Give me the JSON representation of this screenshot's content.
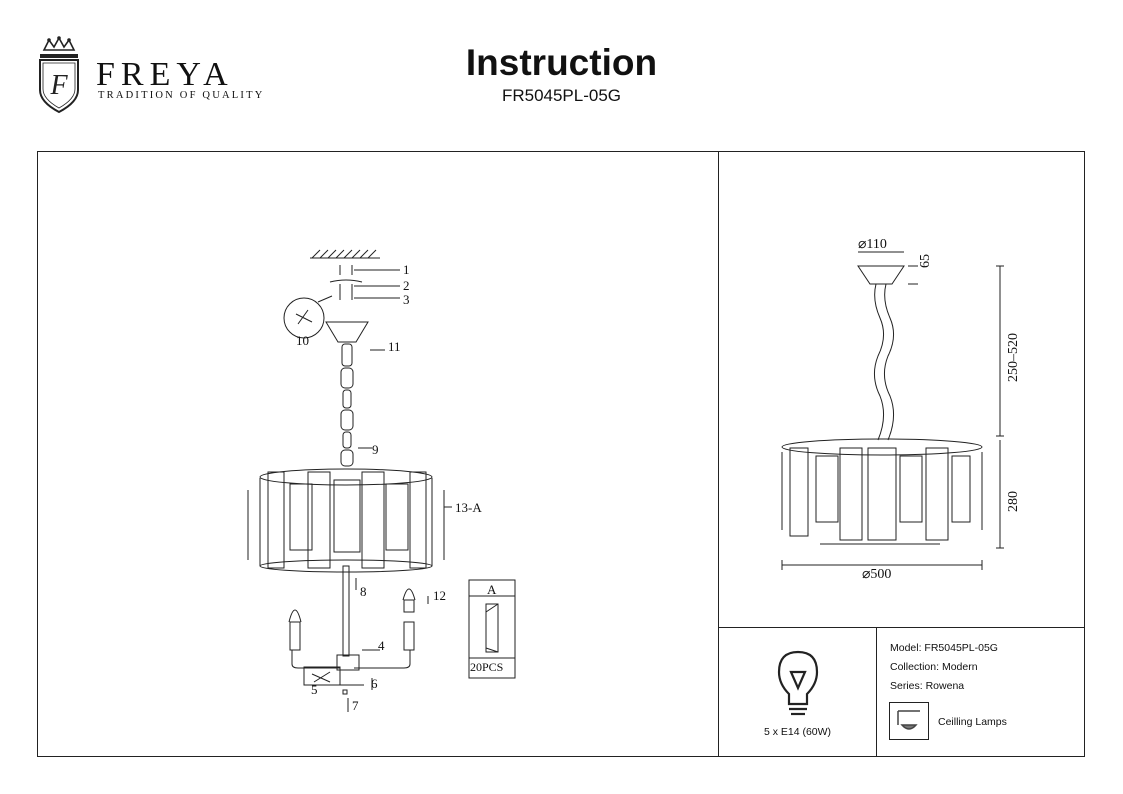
{
  "brand": {
    "name": "FREYA",
    "tagline": "TRADITION OF QUALITY",
    "logo_letter": "F"
  },
  "header": {
    "title": "Instruction",
    "model": "FR5045PL-05G"
  },
  "assembly": {
    "callouts": [
      "1",
      "2",
      "3",
      "10",
      "11",
      "9",
      "13-A",
      "8",
      "12",
      "4",
      "5",
      "6",
      "7"
    ],
    "part_box": {
      "letter": "A",
      "count": "20PCS"
    }
  },
  "dimensions": {
    "canopy_diameter": "⌀110",
    "canopy_height": "65",
    "drop": "250–520",
    "body_height": "280",
    "body_diameter": "⌀500"
  },
  "bulb": {
    "spec": "5 x E14 (60W)"
  },
  "specs": {
    "model": "Model: FR5045PL-05G",
    "collection": "Collection: Modern",
    "series": "Series: Rowena",
    "type": "Ceilling Lamps"
  }
}
